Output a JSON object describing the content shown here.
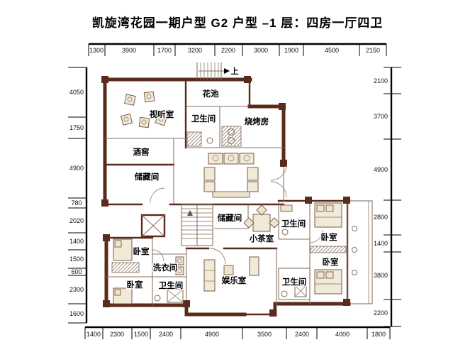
{
  "title": "凯旋湾花园一期户型 G2 户型 –1 层：四房一厅四卫",
  "dimensions": {
    "top": [
      "1300",
      "3900",
      "1700",
      "3200",
      "2200",
      "3000",
      "1900",
      "4500",
      "2150"
    ],
    "bottom": [
      "1400",
      "2300",
      "1500",
      "2400",
      "4900",
      "3500",
      "2400",
      "4000",
      "1800"
    ],
    "left": [
      "4050",
      "1750",
      "4900",
      "780",
      "2020",
      "1400",
      "1500",
      "600",
      "2300",
      "1600"
    ],
    "right": [
      "2100",
      "3700",
      "4900",
      "2800",
      "1400",
      "3800",
      "2200"
    ]
  },
  "rooms": {
    "stair_up": "上",
    "flower_bed": "花池",
    "av_room": "视听室",
    "bath_top": "卫生间",
    "bbq_room": "烧烤房",
    "wine_cellar": "酒窖",
    "storage_left": "储藏间",
    "storage_center": "储藏间",
    "tea_room": "小茶室",
    "bath_mid_right": "卫生间",
    "bedroom_right_top": "卧室",
    "bedroom_right_bottom": "卧室",
    "bedroom_left_top": "卧室",
    "laundry": "洗衣间",
    "bedroom_left_bottom": "卧室",
    "bath_bottom_left": "卫生间",
    "entertainment": "娱乐室",
    "bath_bottom_right": "卫生间"
  },
  "colors": {
    "wall": "#5a2a1b",
    "line": "#8a7363",
    "furniture": "#f2ead9",
    "text": "#000000",
    "background": "#ffffff"
  }
}
